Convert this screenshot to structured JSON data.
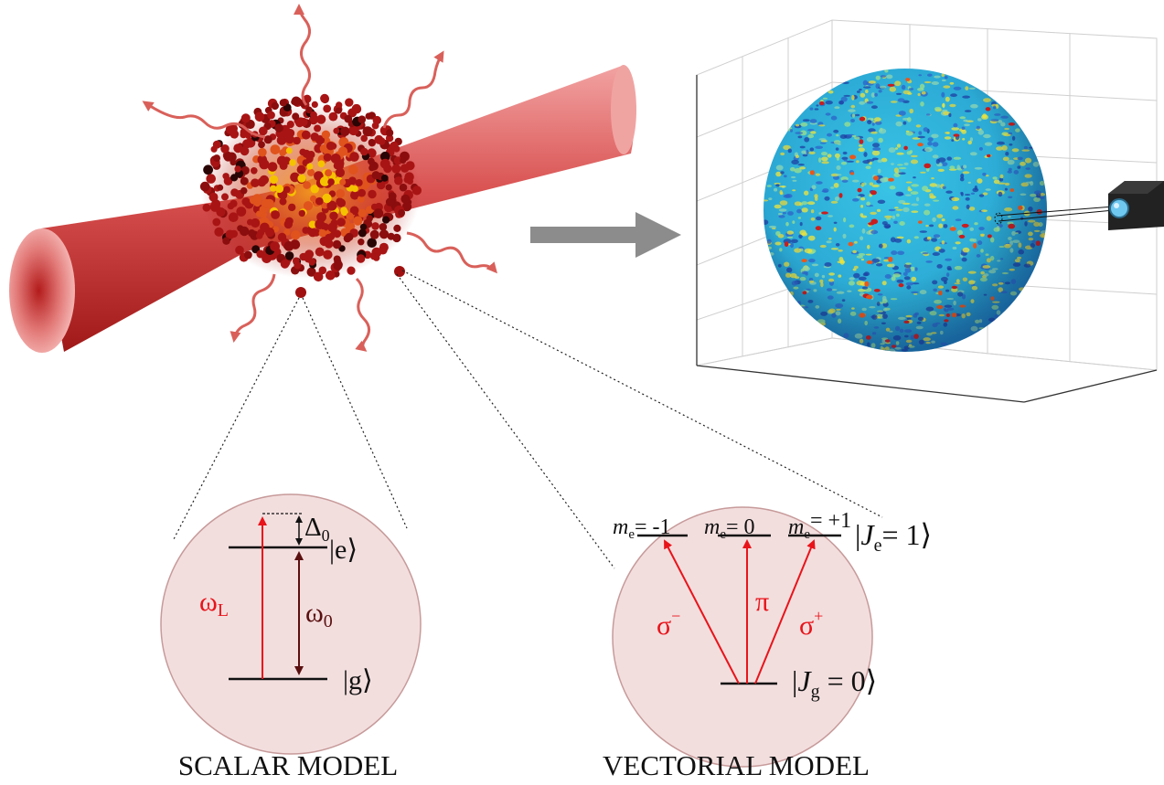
{
  "scalar": {
    "caption": "SCALAR MODEL",
    "detuning_symbol": "Δ",
    "detuning_subscript": "0",
    "laser_symbol": "ω",
    "laser_subscript": "L",
    "transition_symbol": "ω",
    "transition_subscript": "0",
    "excited_state": "|e⟩",
    "ground_state": "|g⟩"
  },
  "vectorial": {
    "caption": "VECTORIAL MODEL",
    "sublevels": [
      {
        "m": "m",
        "sub": "e",
        "value": "= -1"
      },
      {
        "m": "m",
        "sub": "e",
        "value": "= 0"
      },
      {
        "m": "m",
        "sub": "e",
        "value": "= +1"
      }
    ],
    "excited_prefix": "|",
    "excited_J": "J",
    "excited_sub": "e",
    "excited_value": "= 1⟩",
    "ground_prefix": "|",
    "ground_J": "J",
    "ground_sub": "g",
    "ground_value": " = 0⟩",
    "sigma_minus": "σ",
    "sigma_minus_sup": "−",
    "pi": "π",
    "sigma_plus": "σ",
    "sigma_plus_sup": "+"
  },
  "colors": {
    "beam": "#c0302f",
    "atom_dark": "#8b0d0d",
    "atom_bright": "#f5c200",
    "arrow_red": "#e8141a",
    "photon": "#d9605a",
    "circle_fill": "#f3dede",
    "circle_stroke": "#c79a9a",
    "flow_arrow": "#8c8c8c",
    "detector": "#222222",
    "detector_lens": "#6fc8ef"
  }
}
